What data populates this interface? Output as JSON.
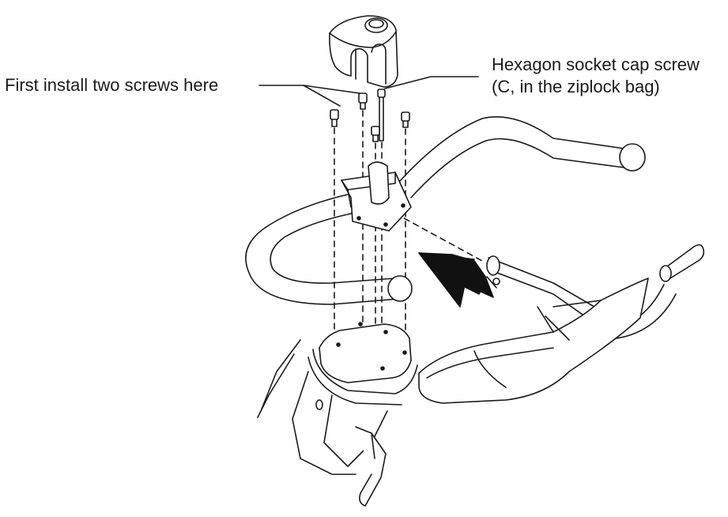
{
  "callouts": {
    "first_install": "First install two screws here",
    "hex_screw_line1": "Hexagon socket cap screw",
    "hex_screw_line2": "(C, in the ziplock bag)"
  },
  "colors": {
    "line": "#1a1a1a",
    "fill": "#ffffff",
    "arrow": "#111111"
  }
}
